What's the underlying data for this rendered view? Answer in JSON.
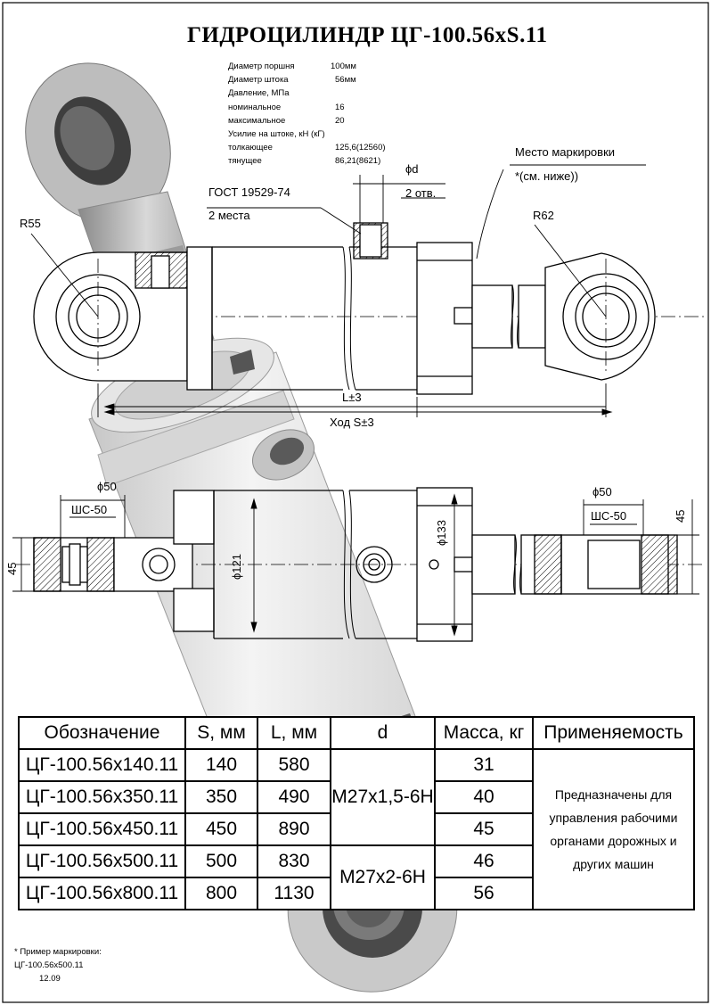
{
  "title": "ГИДРОЦИЛИНДР  ЦГ-100.56хS.11",
  "specs": [
    {
      "label": "Диаметр поршня",
      "value": "100мм"
    },
    {
      "label": "Диаметр штока",
      "value": "56мм"
    },
    {
      "label": "Давление, МПа",
      "value": ""
    },
    {
      "label": "номинальное",
      "value": "16"
    },
    {
      "label": "максимальное",
      "value": "20"
    },
    {
      "label": "Усилие на штоке, кН (кГ)",
      "value": ""
    },
    {
      "label": "толкающее",
      "value": "125,6(12560)"
    },
    {
      "label": "тянущее",
      "value": "86,21(8621)"
    }
  ],
  "labels": {
    "gost": "ГОСТ 19529-74",
    "places": "2 места",
    "phi_d": "ϕd",
    "holes": "2 отв.",
    "marking_place": "Место маркировки",
    "see_below": "*(см. ниже))",
    "r55": "R55",
    "r62": "R62",
    "l": "L±3",
    "stroke": "Ход S±3",
    "phi50_left": "ϕ50",
    "shs_left": "ШС-50",
    "phi50_right": "ϕ50",
    "shs_right": "ШС-50",
    "d45_left": "45",
    "d45_right": "45",
    "phi121": "ϕ121",
    "phi133": "ϕ133"
  },
  "table": {
    "headers": [
      "Обозначение",
      "S, мм",
      "L, мм",
      "d",
      "Масса, кг",
      "Применяемость"
    ],
    "rows": [
      [
        "ЦГ-100.56х140.11",
        "140",
        "580",
        "31"
      ],
      [
        "ЦГ-100.56х350.11",
        "350",
        "490",
        "40"
      ],
      [
        "ЦГ-100.56х450.11",
        "450",
        "890",
        "45"
      ],
      [
        "ЦГ-100.56х500.11",
        "500",
        "830",
        "46"
      ],
      [
        "ЦГ-100.56х800.11",
        "800",
        "1130",
        "56"
      ]
    ],
    "thread_1": "M27x1,5-6H",
    "thread_2": "M27x2-6H",
    "application": "Предназначены для управления рабочими органами дорожных и других машин"
  },
  "note": {
    "line1": "* Пример маркировки:",
    "line2": "ЦГ-100.56х500.11",
    "line3": "12.09"
  }
}
